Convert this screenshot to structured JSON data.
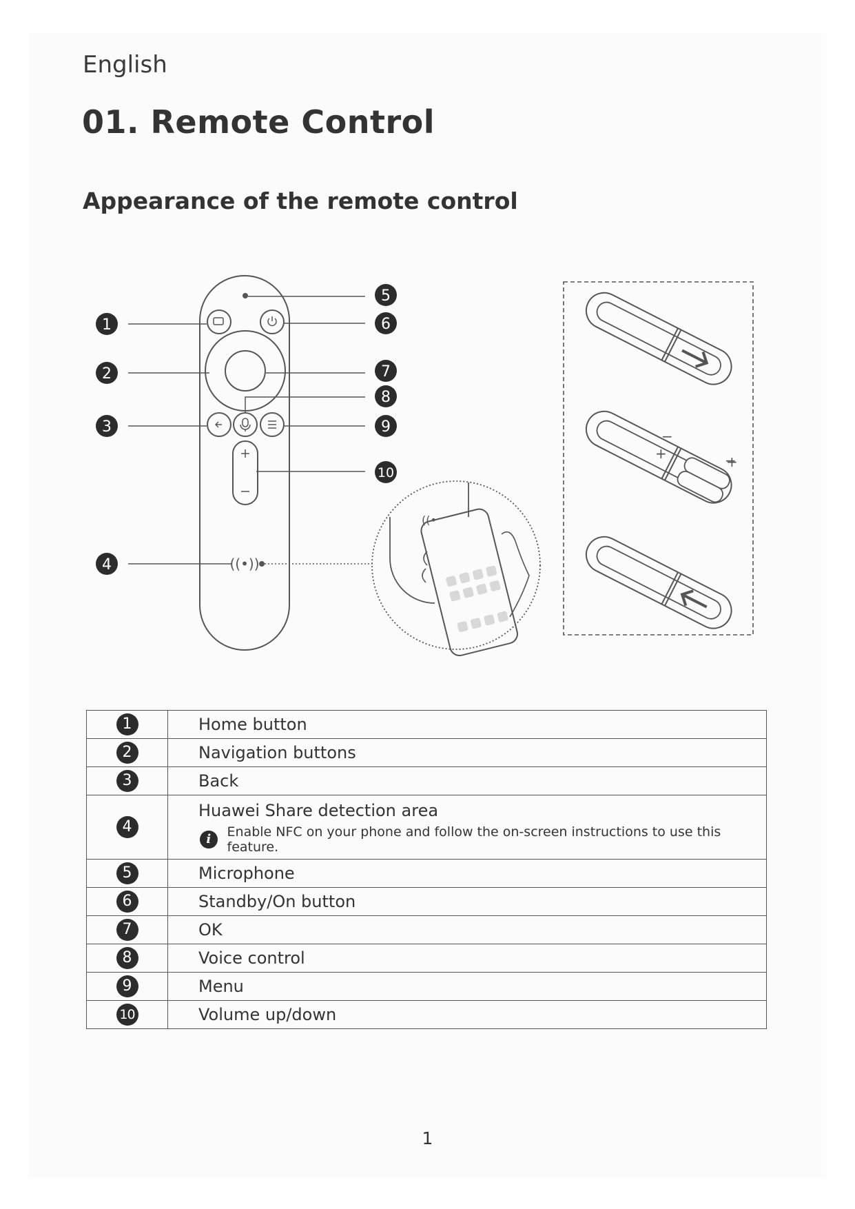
{
  "header": {
    "language": "English",
    "title": "01. Remote Control",
    "section_title": "Appearance of the remote control"
  },
  "callouts": [
    "1",
    "2",
    "3",
    "4",
    "5",
    "6",
    "7",
    "8",
    "9",
    "10"
  ],
  "legend": [
    {
      "num": "1",
      "label": "Home button"
    },
    {
      "num": "2",
      "label": "Navigation buttons"
    },
    {
      "num": "3",
      "label": "Back"
    },
    {
      "num": "4",
      "label": "Huawei Share detection area",
      "note": "Enable NFC on your phone and follow the on-screen instructions to use this feature."
    },
    {
      "num": "5",
      "label": "Microphone"
    },
    {
      "num": "6",
      "label": "Standby/On button"
    },
    {
      "num": "7",
      "label": "OK"
    },
    {
      "num": "8",
      "label": "Voice control"
    },
    {
      "num": "9",
      "label": "Menu"
    },
    {
      "num": "10",
      "label": "Volume up/down"
    }
  ],
  "info_icon": "i",
  "page_number": "1"
}
